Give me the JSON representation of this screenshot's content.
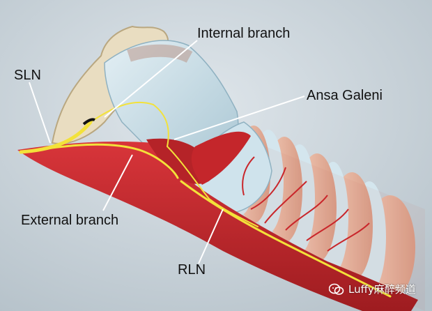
{
  "labels": {
    "sln": "SLN",
    "internal_branch": "Internal branch",
    "ansa_galeni": "Ansa Galeni",
    "external_branch": "External branch",
    "rln": "RLN"
  },
  "watermark": {
    "text": "Luffy麻醉频道",
    "icon": "wechat-icon"
  },
  "colors": {
    "background": "#c7d1d8",
    "nerve": "#f3e23a",
    "muscle": "#c4262b",
    "cartilage": "#cfe3ec",
    "epiglottis": "#e9ddc1",
    "trachea_ring": "#e6b3a0",
    "trachea_band": "#d3e6ee"
  }
}
